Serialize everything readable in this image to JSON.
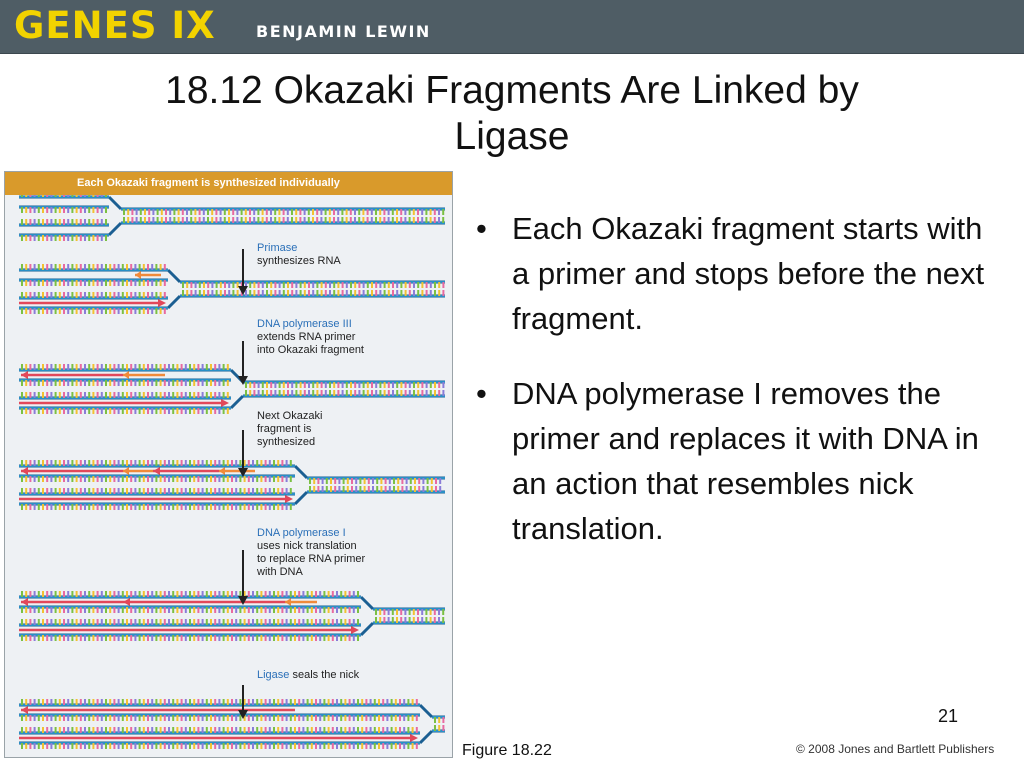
{
  "header": {
    "logo": "GENES IX",
    "author": "BENJAMIN LEWIN"
  },
  "slide": {
    "title_line1": "18.12 Okazaki Fragments Are Linked by",
    "title_line2": "Ligase",
    "page_number": "21",
    "caption": "Figure 18.22",
    "copyright": "© 2008 Jones and Bartlett Publishers"
  },
  "figure": {
    "banner": "Each Okazaki fragment is synthesized individually",
    "steps": [
      {
        "accent": "Primase",
        "rest": [
          "synthesizes RNA"
        ]
      },
      {
        "accent": "DNA polymerase III",
        "rest": [
          "extends RNA primer",
          "into Okazaki fragment"
        ]
      },
      {
        "accent": "",
        "rest": [
          "Next Okazaki",
          "fragment is",
          "synthesized"
        ]
      },
      {
        "accent": "DNA polymerase I",
        "rest": [
          "uses nick translation",
          "to replace RNA primer",
          "with DNA"
        ]
      },
      {
        "accent": "Ligase",
        "rest": [
          " seals the nick"
        ]
      }
    ],
    "colors": {
      "backbone": "#2f9fd8",
      "strand_outline": "#1b5f92",
      "rna_primer": "#f08a3a",
      "new_dna": "#e2485a",
      "rung_a": "#7bc043",
      "rung_b": "#f1c232",
      "rung_c": "#e86aa0",
      "rung_d": "#8a7dd8",
      "banner": "#d99a2b",
      "header": "#4f5d65",
      "logo": "#f2d300"
    }
  },
  "bullets": [
    "Each Okazaki fragment starts with a primer and stops before the next fragment.",
    "DNA polymerase I removes the primer and replaces it with DNA in an action that resembles nick translation."
  ]
}
